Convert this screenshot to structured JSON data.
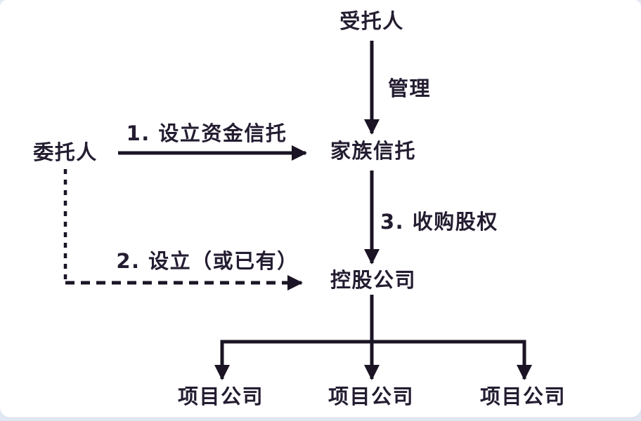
{
  "diagram": {
    "type": "flowchart",
    "language": "zh-CN",
    "colors": {
      "ink": "#241d31",
      "line": "#1a1424",
      "page_background": "#e2e8f3",
      "card_background": "#ffffff"
    },
    "nodes": {
      "trustee": "受托人",
      "settlor": "委托人",
      "family_trust": "家族信托",
      "holding_company": "控股公司",
      "project_companies": [
        "项目公司",
        "项目公司",
        "项目公司"
      ]
    },
    "edges": [
      {
        "from": "trustee",
        "to": "family_trust",
        "label": "管理",
        "style": "solid"
      },
      {
        "from": "settlor",
        "to": "family_trust",
        "label": "1. 设立资金信托",
        "style": "solid"
      },
      {
        "from": "settlor",
        "to": "holding_company",
        "label": "2. 设立（或已有）",
        "style": "dashed"
      },
      {
        "from": "family_trust",
        "to": "holding_company",
        "label": "3. 收购股权",
        "style": "solid"
      },
      {
        "from": "holding_company",
        "to": "project_companies",
        "label": "",
        "style": "solid-branch"
      }
    ]
  }
}
